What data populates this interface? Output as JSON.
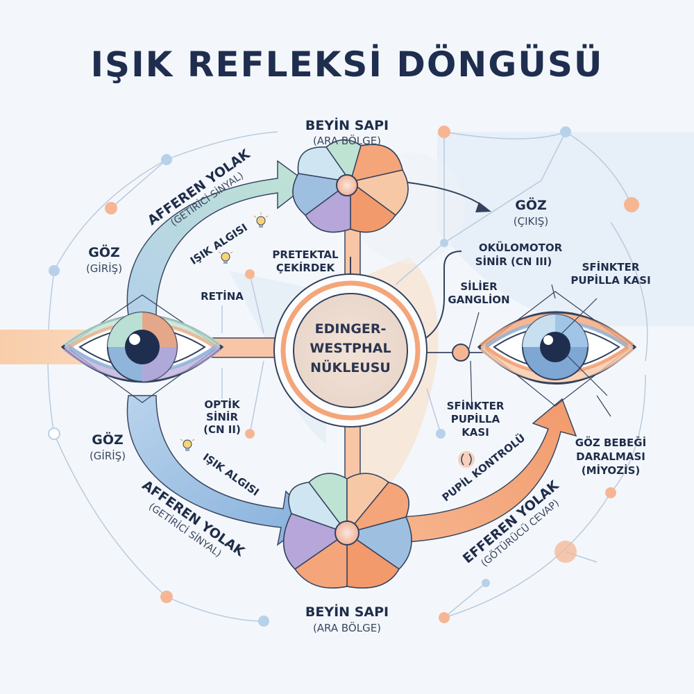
{
  "title": "IŞIK REFLEKSİ DÖNGÜSÜ",
  "brainstem_top": {
    "title": "BEYİN SAPI",
    "subtitle": "(ARA BÖLGE)"
  },
  "brainstem_bottom": {
    "title": "BEYİN SAPI",
    "subtitle": "(ARA BÖLGE)"
  },
  "eye_input_top": {
    "title": "GÖZ",
    "subtitle": "(GİRİŞ)"
  },
  "eye_input_bottom": {
    "title": "GÖZ",
    "subtitle": "(GİRİŞ)"
  },
  "eye_output": {
    "title": "GÖZ",
    "subtitle": "(ÇIKIŞ)"
  },
  "afferent_top": {
    "title": "AFFEREN YOLAK",
    "subtitle": "(GETİRİCİ SİNYAL)"
  },
  "afferent_bottom": {
    "title": "AFFEREN YOLAK",
    "subtitle": "(GETİRİCİ SİNYAL)"
  },
  "efferent": {
    "title": "EFFEREN YOLAK",
    "subtitle": "(GÖTÜRÜCÜ CEVAP)"
  },
  "light_perception_top": "IŞIK ALGISI",
  "light_perception_bottom": "IŞIK ALGISI",
  "pupil_control": "PUPİL KONTROLÜ",
  "retina": "RETİNA",
  "pretectal": [
    "PRETEKTAL",
    "ÇEKİRDEK"
  ],
  "optic_nerve": [
    "OPTİK",
    "SİNİR",
    "(CN II)"
  ],
  "nucleus": [
    "EDINGER-",
    "WESTPHAL",
    "NÜKLEUSU"
  ],
  "oculomotor": [
    "OKÜLOMOTOR",
    "SİNİR (CN III)"
  ],
  "ciliary": [
    "SİLİER",
    "GANGLİON"
  ],
  "sphincter_top": [
    "SFİNKTER",
    "PUPİLLA KASI"
  ],
  "sphincter_mid": [
    "SFİNKTER",
    "PUPİLLA",
    "KASI"
  ],
  "miosis": [
    "GÖZ BEBEĞİ",
    "DARALMASI",
    "(MİYOZİS)"
  ],
  "colors": {
    "navy": "#1f2e4f",
    "peach": "#f4a57a",
    "blue": "#8fb5da",
    "mint": "#b9e0cf",
    "lavender": "#b6a6d9"
  }
}
